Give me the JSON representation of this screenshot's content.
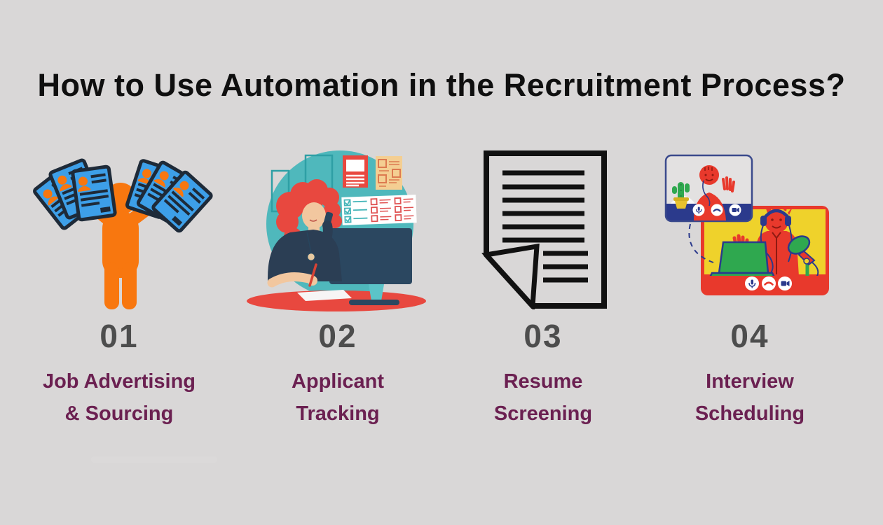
{
  "title": "How to Use Automation in the Recruitment Process?",
  "steps": [
    {
      "number": "01",
      "label_line1": "Job Advertising",
      "label_line2": "& Sourcing",
      "illustration": "candidate-holding-resume-fans"
    },
    {
      "number": "02",
      "label_line1": "Applicant",
      "label_line2": "Tracking",
      "illustration": "recruiter-on-phone-at-desk"
    },
    {
      "number": "03",
      "label_line1": "Resume",
      "label_line2": "Screening",
      "illustration": "document-with-folded-corner"
    },
    {
      "number": "04",
      "label_line1": "Interview",
      "label_line2": "Scheduling",
      "illustration": "video-call-interview"
    }
  ],
  "video_call_controls": [
    "microphone-icon",
    "end-call-icon",
    "camera-icon"
  ],
  "colors": {
    "background": "#d9d7d7",
    "title_text": "#0f0f0f",
    "step_number": "#4d4d4d",
    "step_label": "#6b2051",
    "orange": "#f8770f",
    "resume_blue": "#3d9fe8",
    "outline_dark": "#1e2a38",
    "teal": "#4fb8bc",
    "red": "#e8483f",
    "navy": "#2b4760",
    "skin": "#f2c79f",
    "tan_paper": "#f4ce92",
    "vc_red": "#e8392c",
    "vc_yellow": "#efd22b",
    "vc_green": "#2fa84f",
    "vc_navy": "#2b3a8c",
    "doc_black": "#111111"
  }
}
